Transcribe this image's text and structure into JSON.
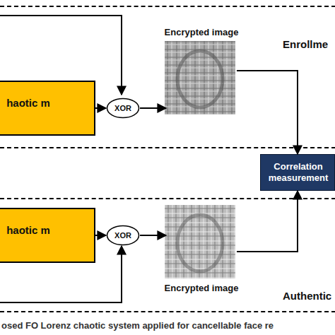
{
  "diagram": {
    "caption": "osed FO Lorenz chaotic system applied for cancellable face re",
    "nodes": [
      {
        "text": [
          "Enrollme"
        ]
      },
      {
        "text": [
          "haotic m"
        ],
        "in": 0
      },
      {
        "text": [
          "XOR"
        ],
        "in": 0
      },
      {
        "text": [
          "Encrypted image"
        ],
        "in": 0
      },
      {
        "text": [
          "Correlation measurement"
        ]
      },
      {
        "text": [
          "Authentic"
        ]
      },
      {
        "text": [
          "haotic m"
        ],
        "in": 5
      },
      {
        "text": [
          "XOR"
        ],
        "in": 5
      },
      {
        "text": [
          "Encrypted image"
        ],
        "in": 5
      }
    ],
    "edges": [
      {
        "from": 1,
        "to": 2,
        "arrow": "to"
      },
      {
        "from": 2,
        "to": 3,
        "arrow": "to"
      },
      {
        "from": 3,
        "to": 4,
        "arrow": "to"
      },
      {
        "from": 6,
        "to": 7,
        "arrow": "to"
      },
      {
        "from": 7,
        "to": 8,
        "arrow": "to"
      },
      {
        "from": 8,
        "to": 4,
        "arrow": "to"
      }
    ]
  }
}
